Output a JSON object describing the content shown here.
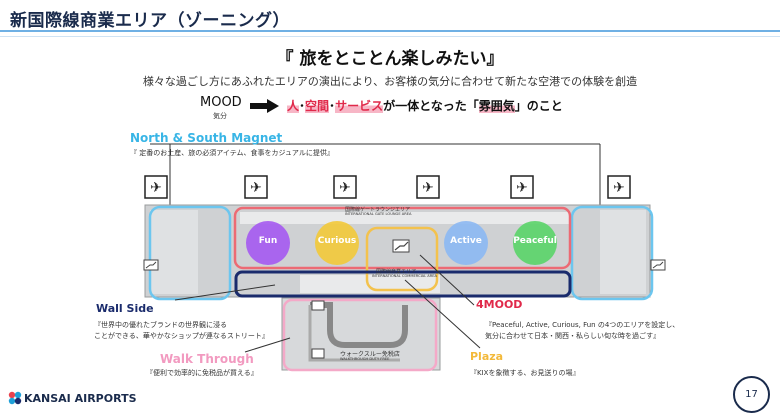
{
  "title": "新国際線商業エリア（ゾーニング）",
  "subtitle": "『 旅をとことん楽しみたい』",
  "concept": "様々な過ごし方にあふれたエリアの演出により、お客様の気分に合わせて新たな空港での体験を創造",
  "mood": {
    "word": "MOOD",
    "sub": "気分",
    "part1": "人",
    "sep1": "･",
    "part2": "空間",
    "sep2": "･",
    "part3": "サービス",
    "rest": "が一体となった「",
    "part4": "雰囲気",
    "end": "」のこと"
  },
  "zones": {
    "north_south": {
      "label": "North & South Magnet",
      "desc": "『 定番のお土産、旅の必須アイテム、食事をカジュアルに提供』",
      "color": "#5ec4ee"
    },
    "wall_side": {
      "label": "Wall Side",
      "desc_line1": "『世界中の優れたブランドの世界観に浸る",
      "desc_line2": "ことができる、華やかなショップが連なるストリート』",
      "color": "#1a2b6c"
    },
    "walk_through": {
      "label": "Walk Through",
      "desc": "『便利で効率的に免税品が買える』",
      "color": "#f4a9c8"
    },
    "four_mood": {
      "label": "4MOOD",
      "desc_line1": "『Peaceful, Active, Curious, Fun の4つのエリアを設定し、",
      "desc_line2": "気分に合わせて日本・関西・私らしい旬な時を過ごす』",
      "color": "#e94a5f"
    },
    "plaza": {
      "label": "Plaza",
      "desc": "『KIXを象徴する、お見送りの場』",
      "color": "#f3c24d"
    }
  },
  "moods": [
    {
      "name": "Fun",
      "color": "#a65bf0"
    },
    {
      "name": "Curious",
      "color": "#f2c93c"
    },
    {
      "name": "Active",
      "color": "#8db8f2"
    },
    {
      "name": "Peaceful",
      "color": "#5cd46a"
    }
  ],
  "map_labels": {
    "lounge": "国際線ゲートラウンジエリア",
    "lounge_en": "INTERNATIONAL GATE LOUNGE AREA",
    "commercial": "国際線商業エリア",
    "commercial_en": "INTERNATIONAL COMMERCIAL AREA",
    "walkthrough": "ウォークスルー免税店",
    "walkthrough_en": "WALKTHROUGH DUTY FREE"
  },
  "footer": "KANSAI AIRPORTS",
  "page_number": "17"
}
